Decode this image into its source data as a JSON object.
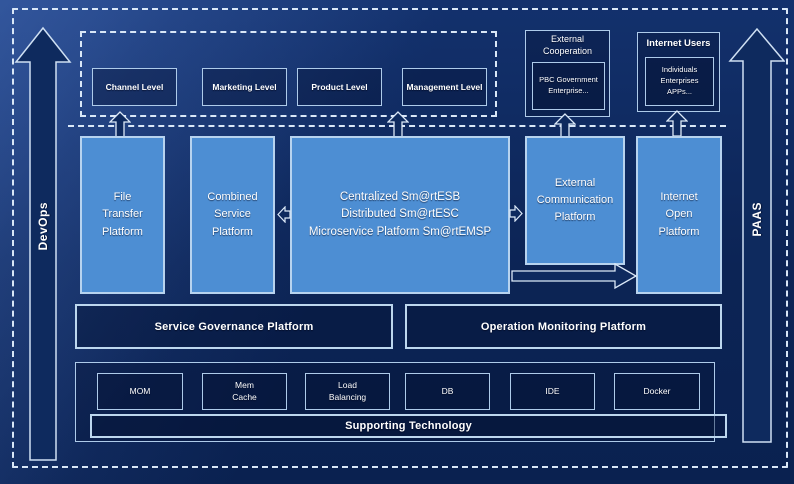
{
  "side_rails": {
    "devops": "DevOps",
    "paas": "PAAS"
  },
  "levels": {
    "channel": "Channel Level",
    "marketing": "Marketing Level",
    "product": "Product Level",
    "management": "Management Level"
  },
  "external_cooperation": {
    "title": "External\nCooperation",
    "body": "PBC Government\nEnterprise..."
  },
  "internet_users": {
    "title": "Internet Users",
    "body": "Individuals\nEnterprises\nAPPs..."
  },
  "platforms": {
    "file_transfer": "File\nTransfer\nPlatform",
    "combined_service": "Combined\nService\nPlatform",
    "esb": "Centralized Sm@rtESB\nDistributed Sm@rtESC\nMicroservice Platform Sm@rtEMSP",
    "external_communication": "External\nCommunication\nPlatform",
    "internet_open": "Internet\nOpen\nPlatform"
  },
  "governance": {
    "service_governance": "Service Governance Platform",
    "operation_monitoring": "Operation Monitoring Platform"
  },
  "supporting": {
    "title": "Supporting Technology",
    "items": [
      "MOM",
      "Mem\nCache",
      "Load\nBalancing",
      "DB",
      "IDE",
      "Docker"
    ]
  },
  "colors": {
    "background": "#0c2455",
    "light_box_fill": "#4d8ed3",
    "light_border": "#bdd7ee",
    "line": "#d9e7f7"
  }
}
